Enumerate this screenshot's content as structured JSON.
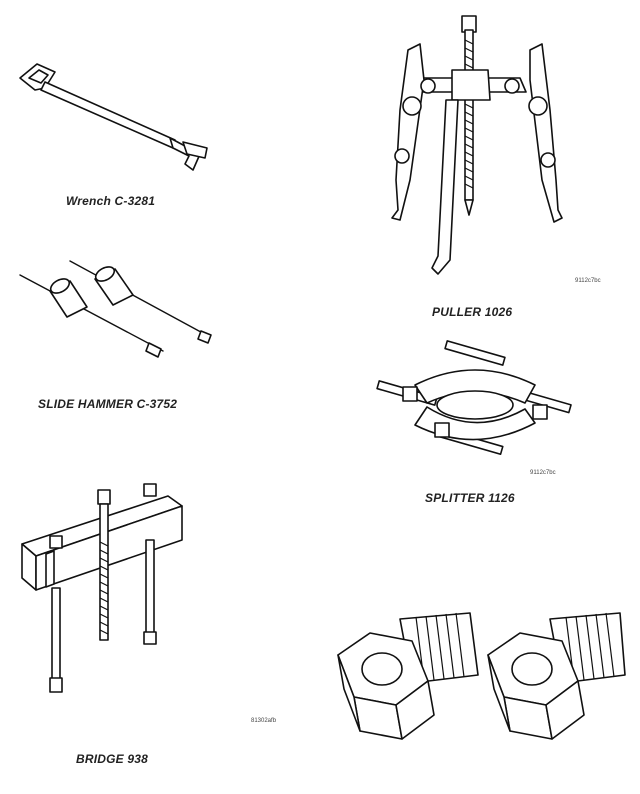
{
  "tools": [
    {
      "caption": "Wrench C-3281"
    },
    {
      "caption": "PULLER 1026",
      "code": "9112c7bc"
    },
    {
      "caption": "SLIDE HAMMER C-3752"
    },
    {
      "caption": "SPLITTER 1126",
      "code": "9112c7bc"
    },
    {
      "caption": "BRIDGE 938",
      "code": "81302afb"
    },
    {
      "caption": ""
    }
  ]
}
